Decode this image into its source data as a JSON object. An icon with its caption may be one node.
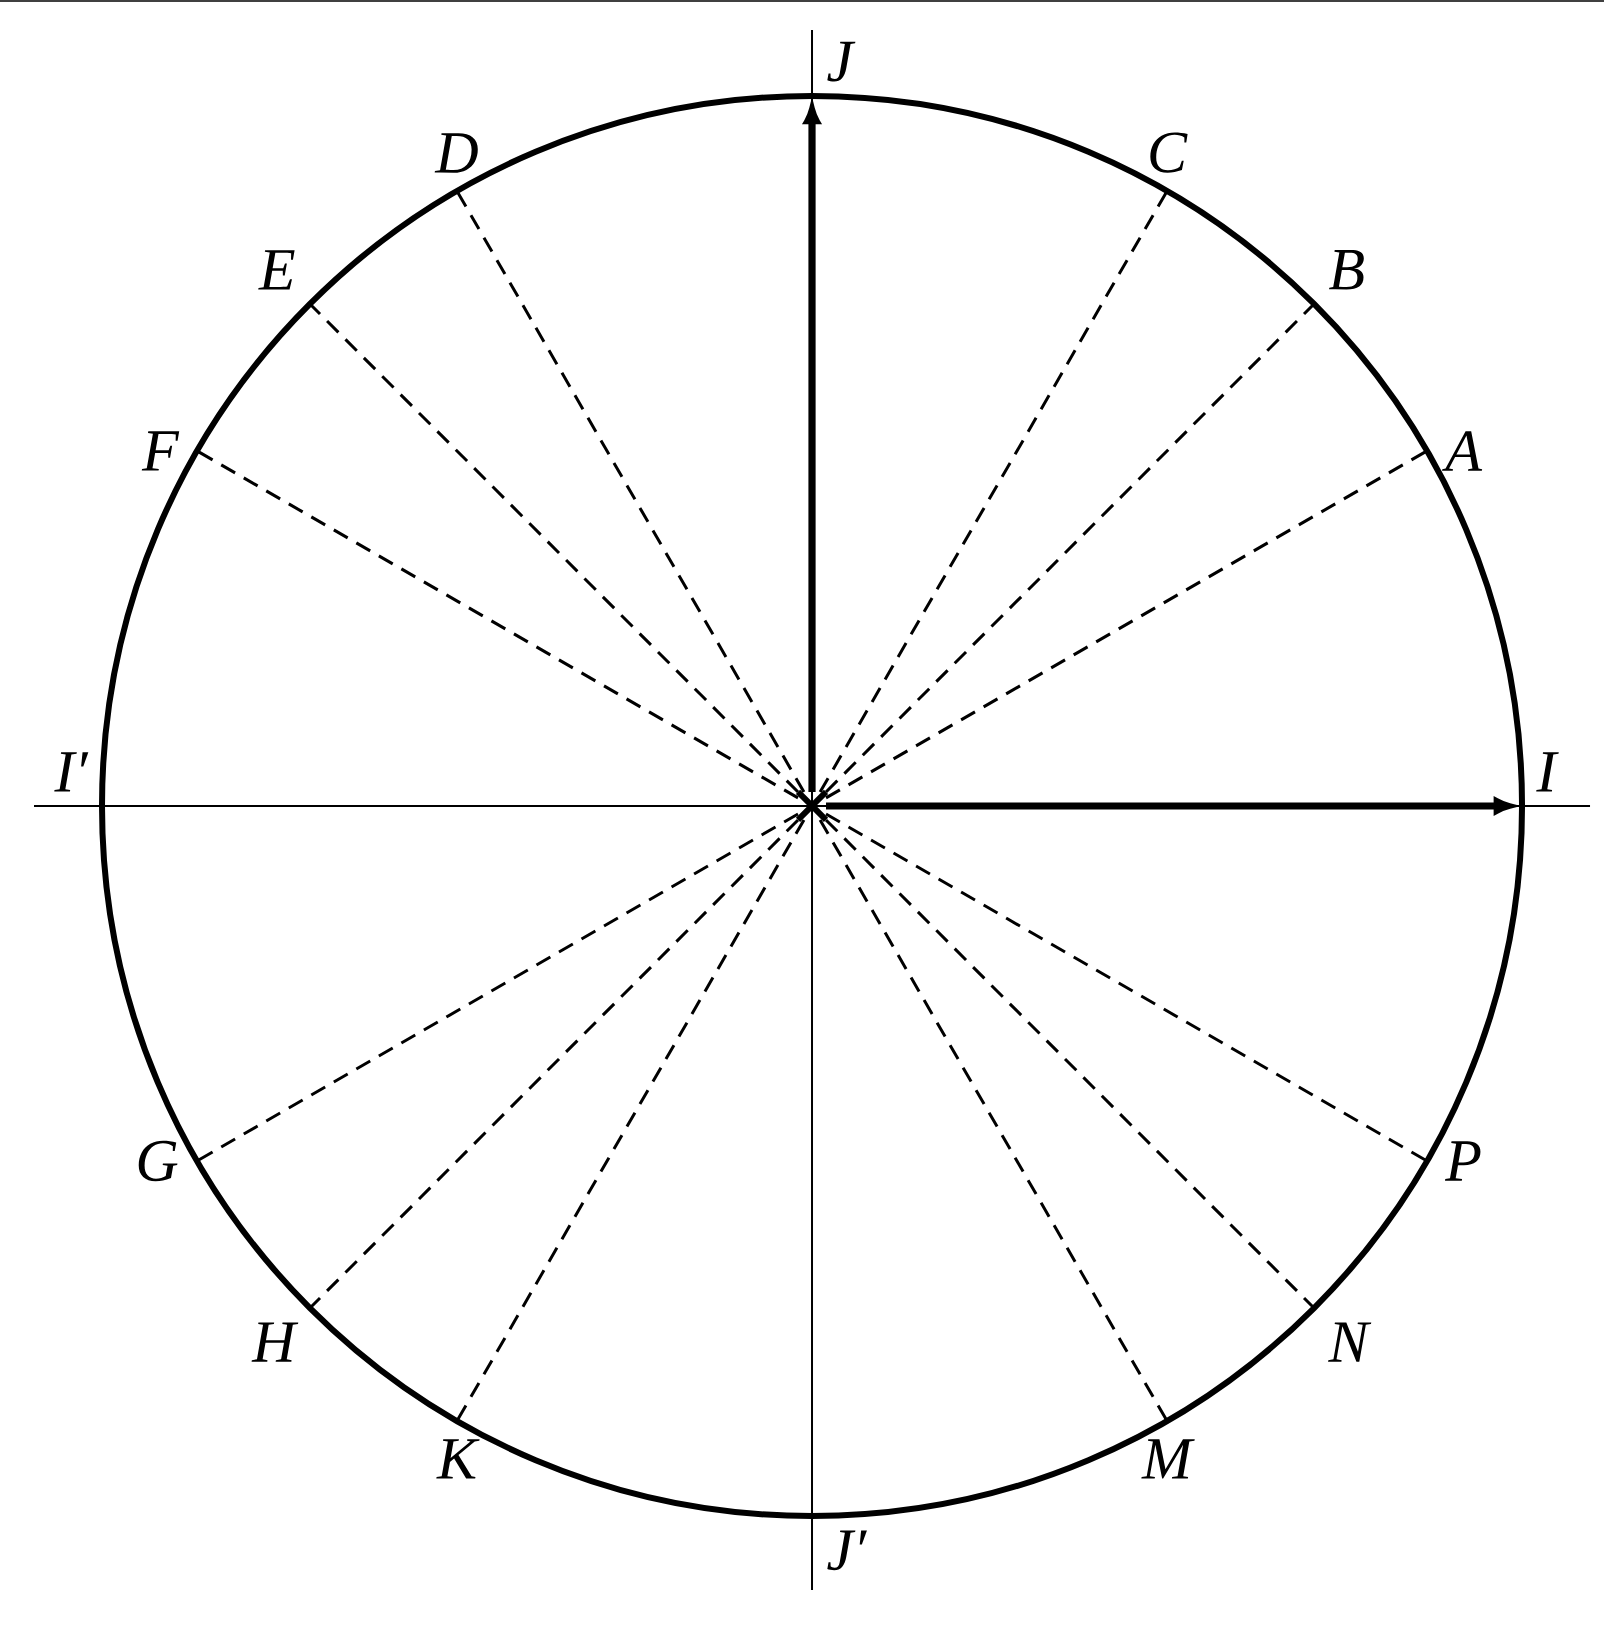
{
  "diagram": {
    "nodes": [
      {
        "text": [],
        "shape": "cross"
      },
      {
        "text": [],
        "shape": "point",
        "beside": [
          "I"
        ]
      },
      {
        "text": [],
        "shape": "point",
        "beside": [
          "J"
        ]
      },
      {
        "text": [],
        "shape": "point",
        "beside": [
          "I′"
        ]
      },
      {
        "text": [],
        "shape": "point",
        "beside": [
          "J′"
        ]
      },
      {
        "text": [],
        "shape": "point",
        "beside": [
          "A"
        ]
      },
      {
        "text": [],
        "shape": "point",
        "beside": [
          "B"
        ]
      },
      {
        "text": [],
        "shape": "point",
        "beside": [
          "C"
        ]
      },
      {
        "text": [],
        "shape": "point",
        "beside": [
          "D"
        ]
      },
      {
        "text": [],
        "shape": "point",
        "beside": [
          "E"
        ]
      },
      {
        "text": [],
        "shape": "point",
        "beside": [
          "F"
        ]
      },
      {
        "text": [],
        "shape": "point",
        "beside": [
          "G"
        ]
      },
      {
        "text": [],
        "shape": "point",
        "beside": [
          "H"
        ]
      },
      {
        "text": [],
        "shape": "point",
        "beside": [
          "K"
        ]
      },
      {
        "text": [],
        "shape": "point",
        "beside": [
          "M"
        ]
      },
      {
        "text": [],
        "shape": "point",
        "beside": [
          "N"
        ]
      },
      {
        "text": [],
        "shape": "point",
        "beside": [
          "P"
        ]
      }
    ],
    "edges": [
      {
        "from": 0,
        "to": 1,
        "arrow": "to",
        "style": "thick"
      },
      {
        "from": 0,
        "to": 2,
        "arrow": "to",
        "style": "thick"
      },
      {
        "from": 0,
        "to": 5,
        "arrow": "none",
        "style": "dashed"
      },
      {
        "from": 0,
        "to": 6,
        "arrow": "none",
        "style": "dashed"
      },
      {
        "from": 0,
        "to": 7,
        "arrow": "none",
        "style": "dashed"
      },
      {
        "from": 0,
        "to": 8,
        "arrow": "none",
        "style": "dashed"
      },
      {
        "from": 0,
        "to": 9,
        "arrow": "none",
        "style": "dashed"
      },
      {
        "from": 0,
        "to": 10,
        "arrow": "none",
        "style": "dashed"
      },
      {
        "from": 0,
        "to": 11,
        "arrow": "none",
        "style": "dashed"
      },
      {
        "from": 0,
        "to": 12,
        "arrow": "none",
        "style": "dashed"
      },
      {
        "from": 0,
        "to": 13,
        "arrow": "none",
        "style": "dashed"
      },
      {
        "from": 0,
        "to": 14,
        "arrow": "none",
        "style": "dashed"
      },
      {
        "from": 0,
        "to": 15,
        "arrow": "none",
        "style": "dashed"
      },
      {
        "from": 0,
        "to": 16,
        "arrow": "none",
        "style": "dashed"
      }
    ]
  }
}
